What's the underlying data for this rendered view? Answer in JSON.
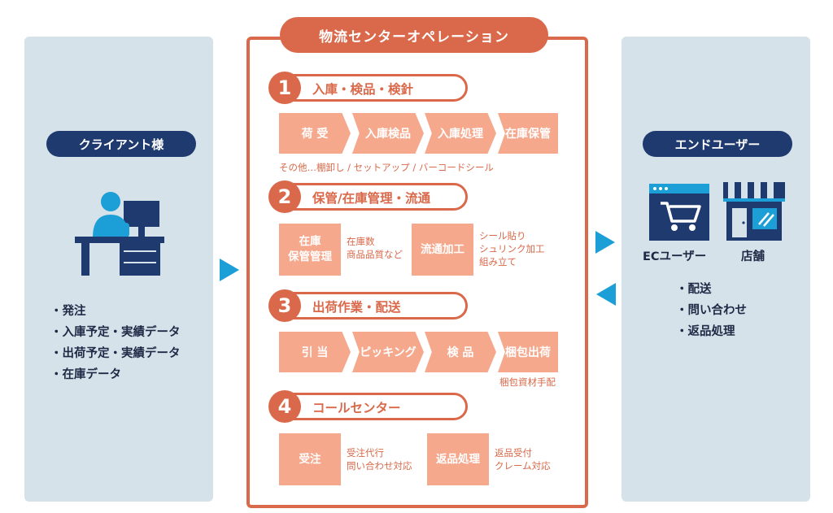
{
  "client": {
    "title": "クライアント様",
    "items": [
      "発注",
      "入庫予定・実績データ",
      "出荷予定・実績データ",
      "在庫データ"
    ]
  },
  "center": {
    "title": "物流センターオペレーション",
    "sections": [
      {
        "number": "1",
        "title": "入庫・検品・検針",
        "steps": [
          "荷 受",
          "入庫検品",
          "入庫処理",
          "在庫保管"
        ],
        "note": "その他…棚卸し / セットアップ / バーコードシール"
      },
      {
        "number": "2",
        "title": "保管/在庫管理・流通",
        "box1": {
          "line1": "在庫",
          "line2": "保管管理",
          "note1": "在庫数",
          "note2": "商品品質など"
        },
        "box2": {
          "label": "流通加工",
          "note1": "シール貼り",
          "note2": "シュリンク加工",
          "note3": "組み立て"
        }
      },
      {
        "number": "3",
        "title": "出荷作業・配送",
        "steps": [
          "引 当",
          "ピッキング",
          "検 品",
          "梱包出荷"
        ],
        "note": "梱包資材手配"
      },
      {
        "number": "4",
        "title": "コールセンター",
        "box1": {
          "label": "受注",
          "note1": "受注代行",
          "note2": "問い合わせ対応"
        },
        "box2": {
          "label": "返品処理",
          "note1": "返品受付",
          "note2": "クレーム対応"
        }
      }
    ]
  },
  "enduser": {
    "title": "エンドユーザー",
    "ec_label": "ECユーザー",
    "store_label": "店舗",
    "items": [
      "配送",
      "問い合わせ",
      "返品処理"
    ]
  },
  "colors": {
    "navy": "#1f3a6e",
    "orange": "#d9694a",
    "salmon": "#f6a88c",
    "panel": "#d6e2ea",
    "arrow": "#1b9fd6"
  }
}
